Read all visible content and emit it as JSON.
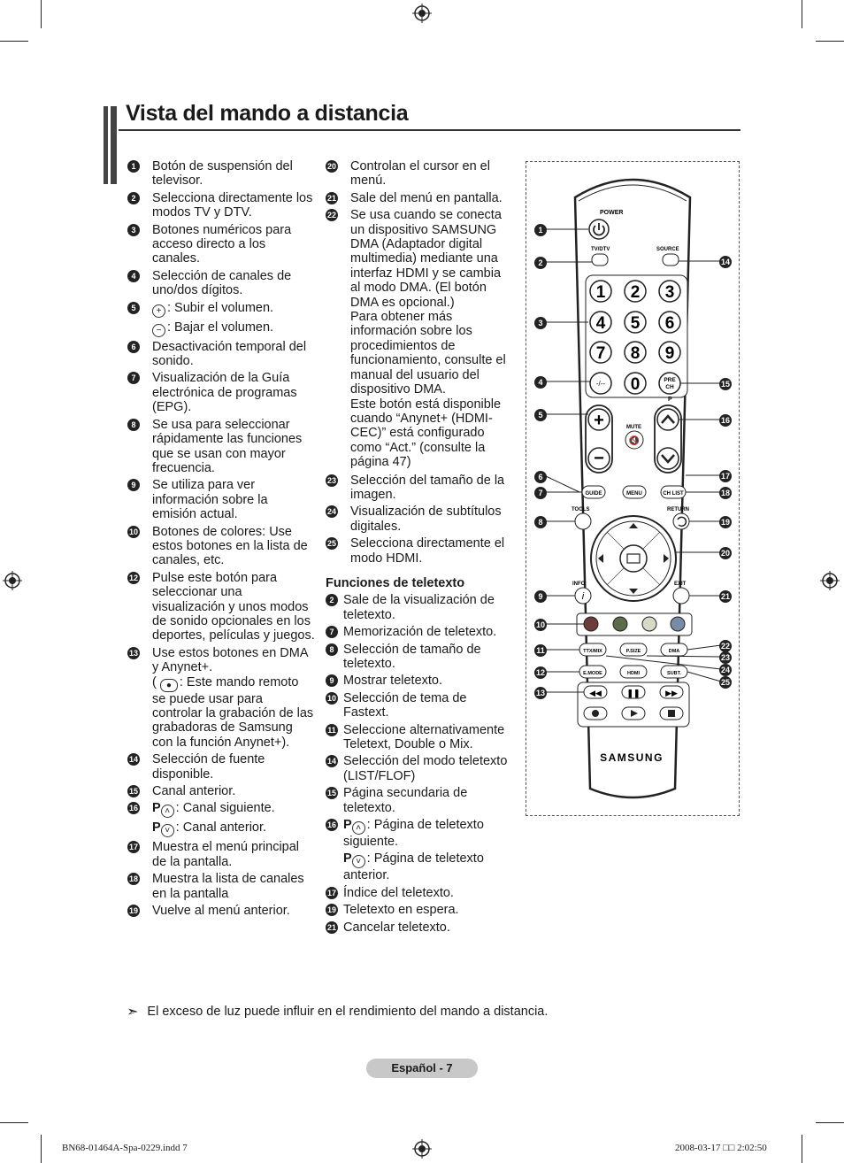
{
  "title": "Vista del mando a distancia",
  "col1": [
    {
      "n": "1",
      "text": "Botón de suspensión del televisor."
    },
    {
      "n": "2",
      "text": "Selecciona directamente los modos TV y DTV."
    },
    {
      "n": "3",
      "text": "Botones numéricos para acceso directo a los canales."
    },
    {
      "n": "4",
      "text": "Selección de canales de uno/dos dígitos."
    },
    {
      "n": "5",
      "vol_up": ": Subir el volumen.",
      "vol_down": ": Bajar el volumen."
    },
    {
      "n": "6",
      "text": "Desactivación temporal del sonido."
    },
    {
      "n": "7",
      "text": "Visualización de la Guía electrónica de programas (EPG)."
    },
    {
      "n": "8",
      "text": "Se usa para seleccionar rápidamente las funciones que se usan con mayor frecuencia."
    },
    {
      "n": "9",
      "text": "Se utiliza para ver información sobre la emisión actual."
    },
    {
      "n": "10",
      "text": "Botones de colores: Use estos botones en la lista de canales, etc."
    },
    {
      "n": "12",
      "text": "Pulse este botón para seleccionar una visualización y unos modos de sonido opcionales en los deportes, películas y juegos."
    },
    {
      "n": "13",
      "text_a": "Use estos botones en DMA y Anynet+.",
      "text_b": "( ",
      "text_c": ": Este mando remoto se puede usar para controlar la grabación de las grabadoras de Samsung con la función Anynet+)."
    },
    {
      "n": "14",
      "text": "Selección de fuente disponible."
    },
    {
      "n": "15",
      "text": "Canal anterior."
    },
    {
      "n": "16",
      "p": "P",
      "up": ": Canal siguiente.",
      "down": ": Canal anterior."
    },
    {
      "n": "17",
      "text": "Muestra el menú principal de la pantalla."
    },
    {
      "n": "18",
      "text": "Muestra la lista de canales en la pantalla"
    },
    {
      "n": "19",
      "text": "Vuelve al menú anterior."
    }
  ],
  "col2": [
    {
      "n": "20",
      "text": "Controlan el cursor en el menú."
    },
    {
      "n": "21",
      "text": "Sale del menú en pantalla."
    },
    {
      "n": "22",
      "text": "Se usa cuando se conecta un dispositivo SAMSUNG DMA (Adaptador digital multimedia) mediante una interfaz HDMI y se cambia al modo DMA. (El botón DMA es opcional.)",
      "text2": "Para obtener más información sobre los procedimientos de funcionamiento, consulte el manual del usuario del dispositivo DMA.",
      "text3": "Este botón está disponible cuando “Anynet+ (HDMI-CEC)” está configurado como “Act.” (consulte la página 47)"
    },
    {
      "n": "23",
      "text": "Selección del tamaño de la imagen."
    },
    {
      "n": "24",
      "text": "Visualización de subtítulos digitales."
    },
    {
      "n": "25",
      "text": "Selecciona directamente el modo HDMI."
    }
  ],
  "teletext_heading": "Funciones de teletexto",
  "teletext": [
    {
      "n": "2",
      "text": "Sale de la visualización de teletexto."
    },
    {
      "n": "7",
      "text": "Memorización de teletexto."
    },
    {
      "n": "8",
      "text": "Selección de tamaño de teletexto."
    },
    {
      "n": "9",
      "text": "Mostrar teletexto."
    },
    {
      "n": "10",
      "text": "Selección de tema de Fastext."
    },
    {
      "n": "11",
      "text": "Seleccione alternativamente Teletext, Double o Mix."
    },
    {
      "n": "14",
      "text": "Selección del modo teletexto (LIST/FLOF)"
    },
    {
      "n": "15",
      "text": "Página secundaria de teletexto."
    },
    {
      "n": "16",
      "p": "P",
      "up": ": Página de teletexto siguiente.",
      "down": ": Página de teletexto anterior."
    },
    {
      "n": "17",
      "text": "Índice del teletexto."
    },
    {
      "n": "19",
      "text": "Teletexto en espera."
    },
    {
      "n": "21",
      "text": "Cancelar teletexto."
    }
  ],
  "remote": {
    "power": "POWER",
    "tvdtv": "TV/DTV",
    "source": "SOURCE",
    "numbers": [
      "1",
      "2",
      "3",
      "4",
      "5",
      "6",
      "7",
      "8",
      "9"
    ],
    "dash": "-/--",
    "zero": "0",
    "prech_a": "PRE",
    "prech_b": "CH",
    "p": "P",
    "mute": "MUTE",
    "guide": "GUIDE",
    "menu": "MENU",
    "chlist": "CH LIST",
    "tools": "TOOLS",
    "return": "RETURN",
    "info": "INFO",
    "exit": "EXIT",
    "ttxmix": "TTX/MIX",
    "psize": "P.SIZE",
    "dma": "DMA",
    "emode": "E.MODE",
    "hdmi": "HDMI",
    "subt": "SUBT.",
    "brand": "SAMSUNG",
    "callouts_left": [
      "1",
      "2",
      "3",
      "4",
      "5",
      "6",
      "7",
      "8",
      "9",
      "10",
      "11",
      "12",
      "13"
    ],
    "callouts_right": [
      "14",
      "15",
      "16",
      "17",
      "18",
      "19",
      "20",
      "21",
      "22",
      "23",
      "24",
      "25"
    ],
    "color_keys": [
      "#6e3b3b",
      "#5d6b4a",
      "#d9d9c8",
      "#7a8ba8"
    ]
  },
  "note": "El exceso de luz puede influir en el rendimiento del mando a distancia.",
  "footer": "Español - 7",
  "slug_left": "BN68-01464A-Spa-0229.indd   7",
  "slug_right": "2008-03-17   □□ 2:02:50"
}
